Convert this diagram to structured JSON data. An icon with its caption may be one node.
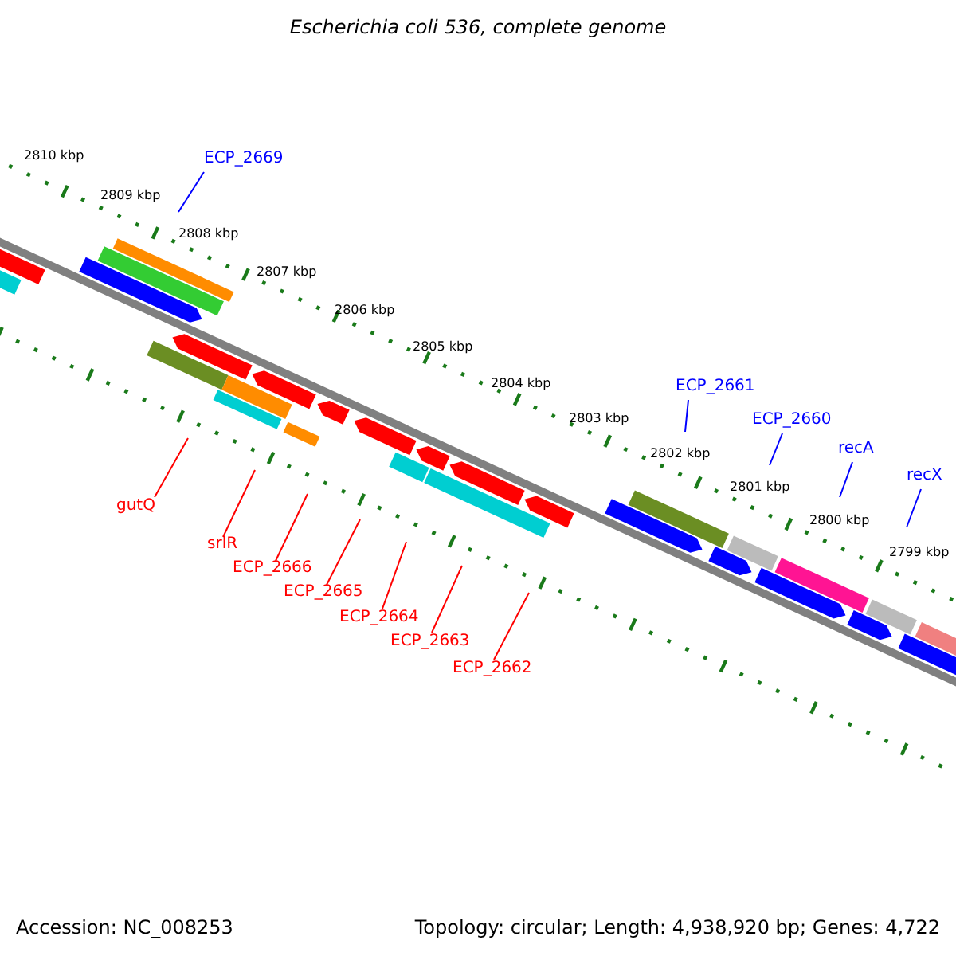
{
  "diagram": {
    "title": "Escherichia coli 536, complete genome",
    "nodes": [
      {
        "text": [
          "ECP_2669"
        ]
      },
      {
        "text": [
          "ECP_2661"
        ]
      },
      {
        "text": [
          "ECP_2660"
        ]
      },
      {
        "text": [
          "recA"
        ]
      },
      {
        "text": [
          "recX"
        ]
      },
      {
        "text": [
          "gutQ"
        ]
      },
      {
        "text": [
          "srlR"
        ]
      },
      {
        "text": [
          "ECP_2666"
        ]
      },
      {
        "text": [
          "ECP_2665"
        ]
      },
      {
        "text": [
          "ECP_2664"
        ]
      },
      {
        "text": [
          "ECP_2663"
        ]
      },
      {
        "text": [
          "ECP_2662"
        ]
      }
    ],
    "edges": [
      {
        "from": 0,
        "to": null,
        "arrow": "none",
        "color": "#0000ff"
      },
      {
        "from": 1,
        "to": null,
        "arrow": "none",
        "color": "#0000ff"
      },
      {
        "from": 2,
        "to": null,
        "arrow": "none",
        "color": "#0000ff"
      },
      {
        "from": 3,
        "to": null,
        "arrow": "none",
        "color": "#0000ff"
      },
      {
        "from": 4,
        "to": null,
        "arrow": "none",
        "color": "#0000ff"
      },
      {
        "from": 5,
        "to": null,
        "arrow": "none",
        "color": "#ff0000"
      },
      {
        "from": 6,
        "to": null,
        "arrow": "none",
        "color": "#ff0000"
      },
      {
        "from": 7,
        "to": null,
        "arrow": "none",
        "color": "#ff0000"
      },
      {
        "from": 8,
        "to": null,
        "arrow": "none",
        "color": "#ff0000"
      },
      {
        "from": 9,
        "to": null,
        "arrow": "none",
        "color": "#ff0000"
      },
      {
        "from": 10,
        "to": null,
        "arrow": "none",
        "color": "#ff0000"
      },
      {
        "from": 11,
        "to": null,
        "arrow": "none",
        "color": "#ff0000"
      }
    ],
    "labels": [
      "2810 kbp",
      "2809 kbp",
      "2808 kbp",
      "2807 kbp",
      "2806 kbp",
      "2805 kbp",
      "2804 kbp",
      "2803 kbp",
      "2802 kbp",
      "2801 kbp",
      "2800 kbp",
      "2799 kbp",
      "Accession: NC_008253",
      "Topology: circular; Length: 4,938,920 bp; Genes: 4,722"
    ]
  }
}
